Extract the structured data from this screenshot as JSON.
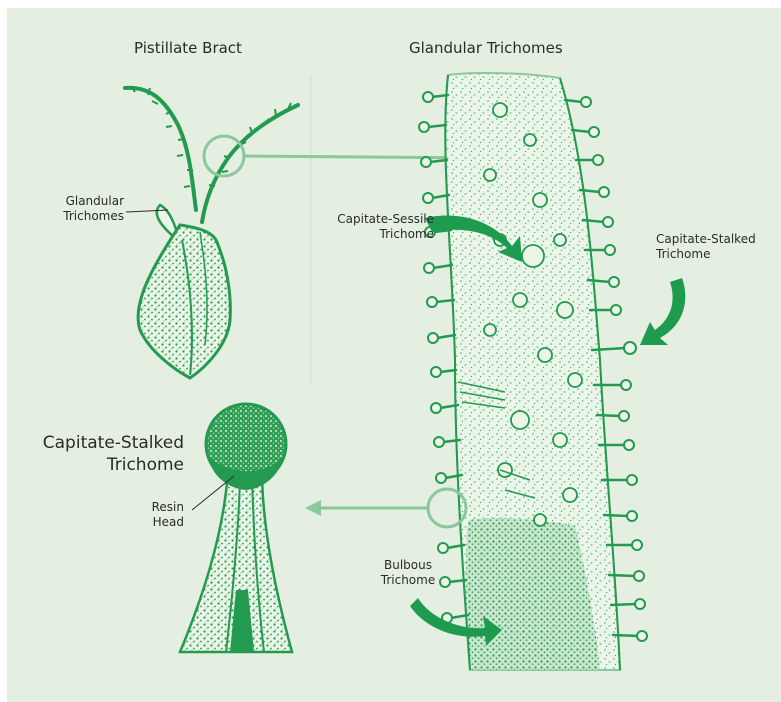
{
  "titles": {
    "pistillate_bract": "Pistillate Bract",
    "glandular_trichomes": "Glandular Trichomes",
    "capitate_stalked_line1": "Capitate-Stalked",
    "capitate_stalked_line2": "Trichome"
  },
  "labels": {
    "glandular_line1": "Glandular",
    "glandular_line2": "Trichomes",
    "sessile_line1": "Capitate-Sessile",
    "sessile_line2": "Trichome",
    "stalked_line1": "Capitate-Stalked",
    "stalked_line2": "Trichome",
    "resin_line1": "Resin",
    "resin_line2": "Head",
    "bulbous_line1": "Bulbous",
    "bulbous_line2": "Trichome"
  },
  "colors": {
    "background": "#e4efe2",
    "plant_green": "#239a4f",
    "light_green": "#8ac79a",
    "arrow_green": "#1f9b50",
    "text": "#2b2b2b"
  }
}
